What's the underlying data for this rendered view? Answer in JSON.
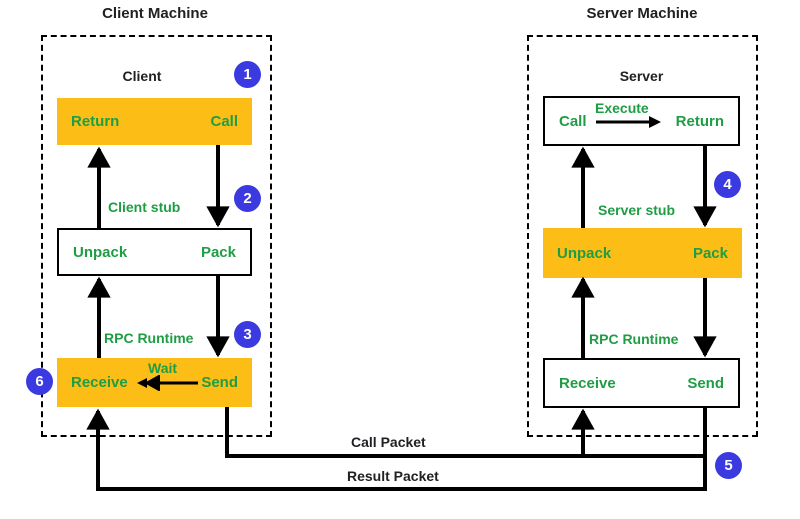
{
  "diagram": {
    "title_left": "Client Machine",
    "title_right": "Server Machine",
    "colors": {
      "highlight": "#FCBD16",
      "label_green": "#1F9D45",
      "badge_blue": "#3A3AE0",
      "text_dark": "#202124",
      "box_border": "#000000"
    }
  },
  "client": {
    "machine_label": "Client Machine",
    "node_label": "Client",
    "app_layer": {
      "left": "Return",
      "right": "Call"
    },
    "stub_layer": {
      "left": "Unpack",
      "right": "Pack",
      "name": "Client stub"
    },
    "runtime_layer": {
      "left": "Receive",
      "right": "Send",
      "name": "RPC Runtime",
      "inner_arrow_label": "Wait"
    }
  },
  "server": {
    "machine_label": "Server Machine",
    "node_label": "Server",
    "app_layer": {
      "left": "Call",
      "right": "Return",
      "inner_arrow_label": "Execute"
    },
    "stub_layer": {
      "left": "Unpack",
      "right": "Pack",
      "name": "Server stub"
    },
    "runtime_layer": {
      "left": "Receive",
      "right": "Send",
      "name": "RPC Runtime"
    }
  },
  "packets": {
    "call": "Call Packet",
    "result": "Result Packet"
  },
  "badges": [
    {
      "id": "1",
      "label": "1"
    },
    {
      "id": "2",
      "label": "2"
    },
    {
      "id": "3",
      "label": "3"
    },
    {
      "id": "4",
      "label": "4"
    },
    {
      "id": "5",
      "label": "5"
    },
    {
      "id": "6",
      "label": "6"
    }
  ]
}
